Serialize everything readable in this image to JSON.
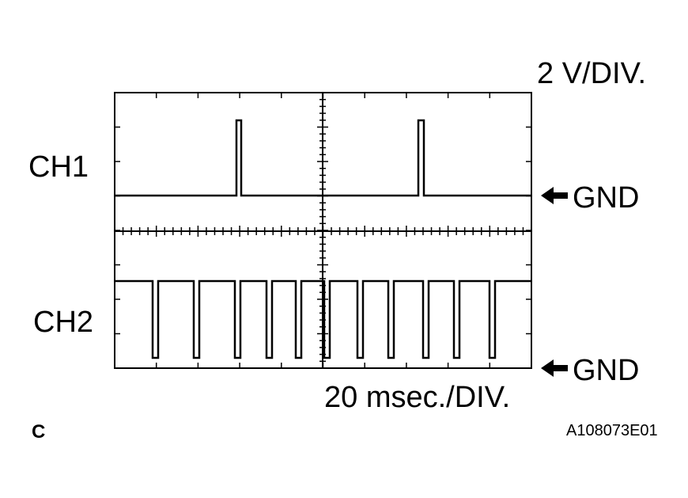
{
  "scale": {
    "voltage_label": "2 V/DIV.",
    "time_label": "20 msec./DIV."
  },
  "channels": [
    {
      "label": "CH1",
      "ground_label": "GND",
      "waveform": "single positive pulse per half-period"
    },
    {
      "label": "CH2",
      "ground_label": "GND",
      "waveform": "repeated negative pulses"
    }
  ],
  "footer": {
    "left_letter": "C",
    "figure_id": "A108073E01"
  },
  "colors": {
    "trace": "#000000",
    "background": "#ffffff"
  },
  "icons": {
    "ground_pointer": "left-arrow-icon"
  }
}
